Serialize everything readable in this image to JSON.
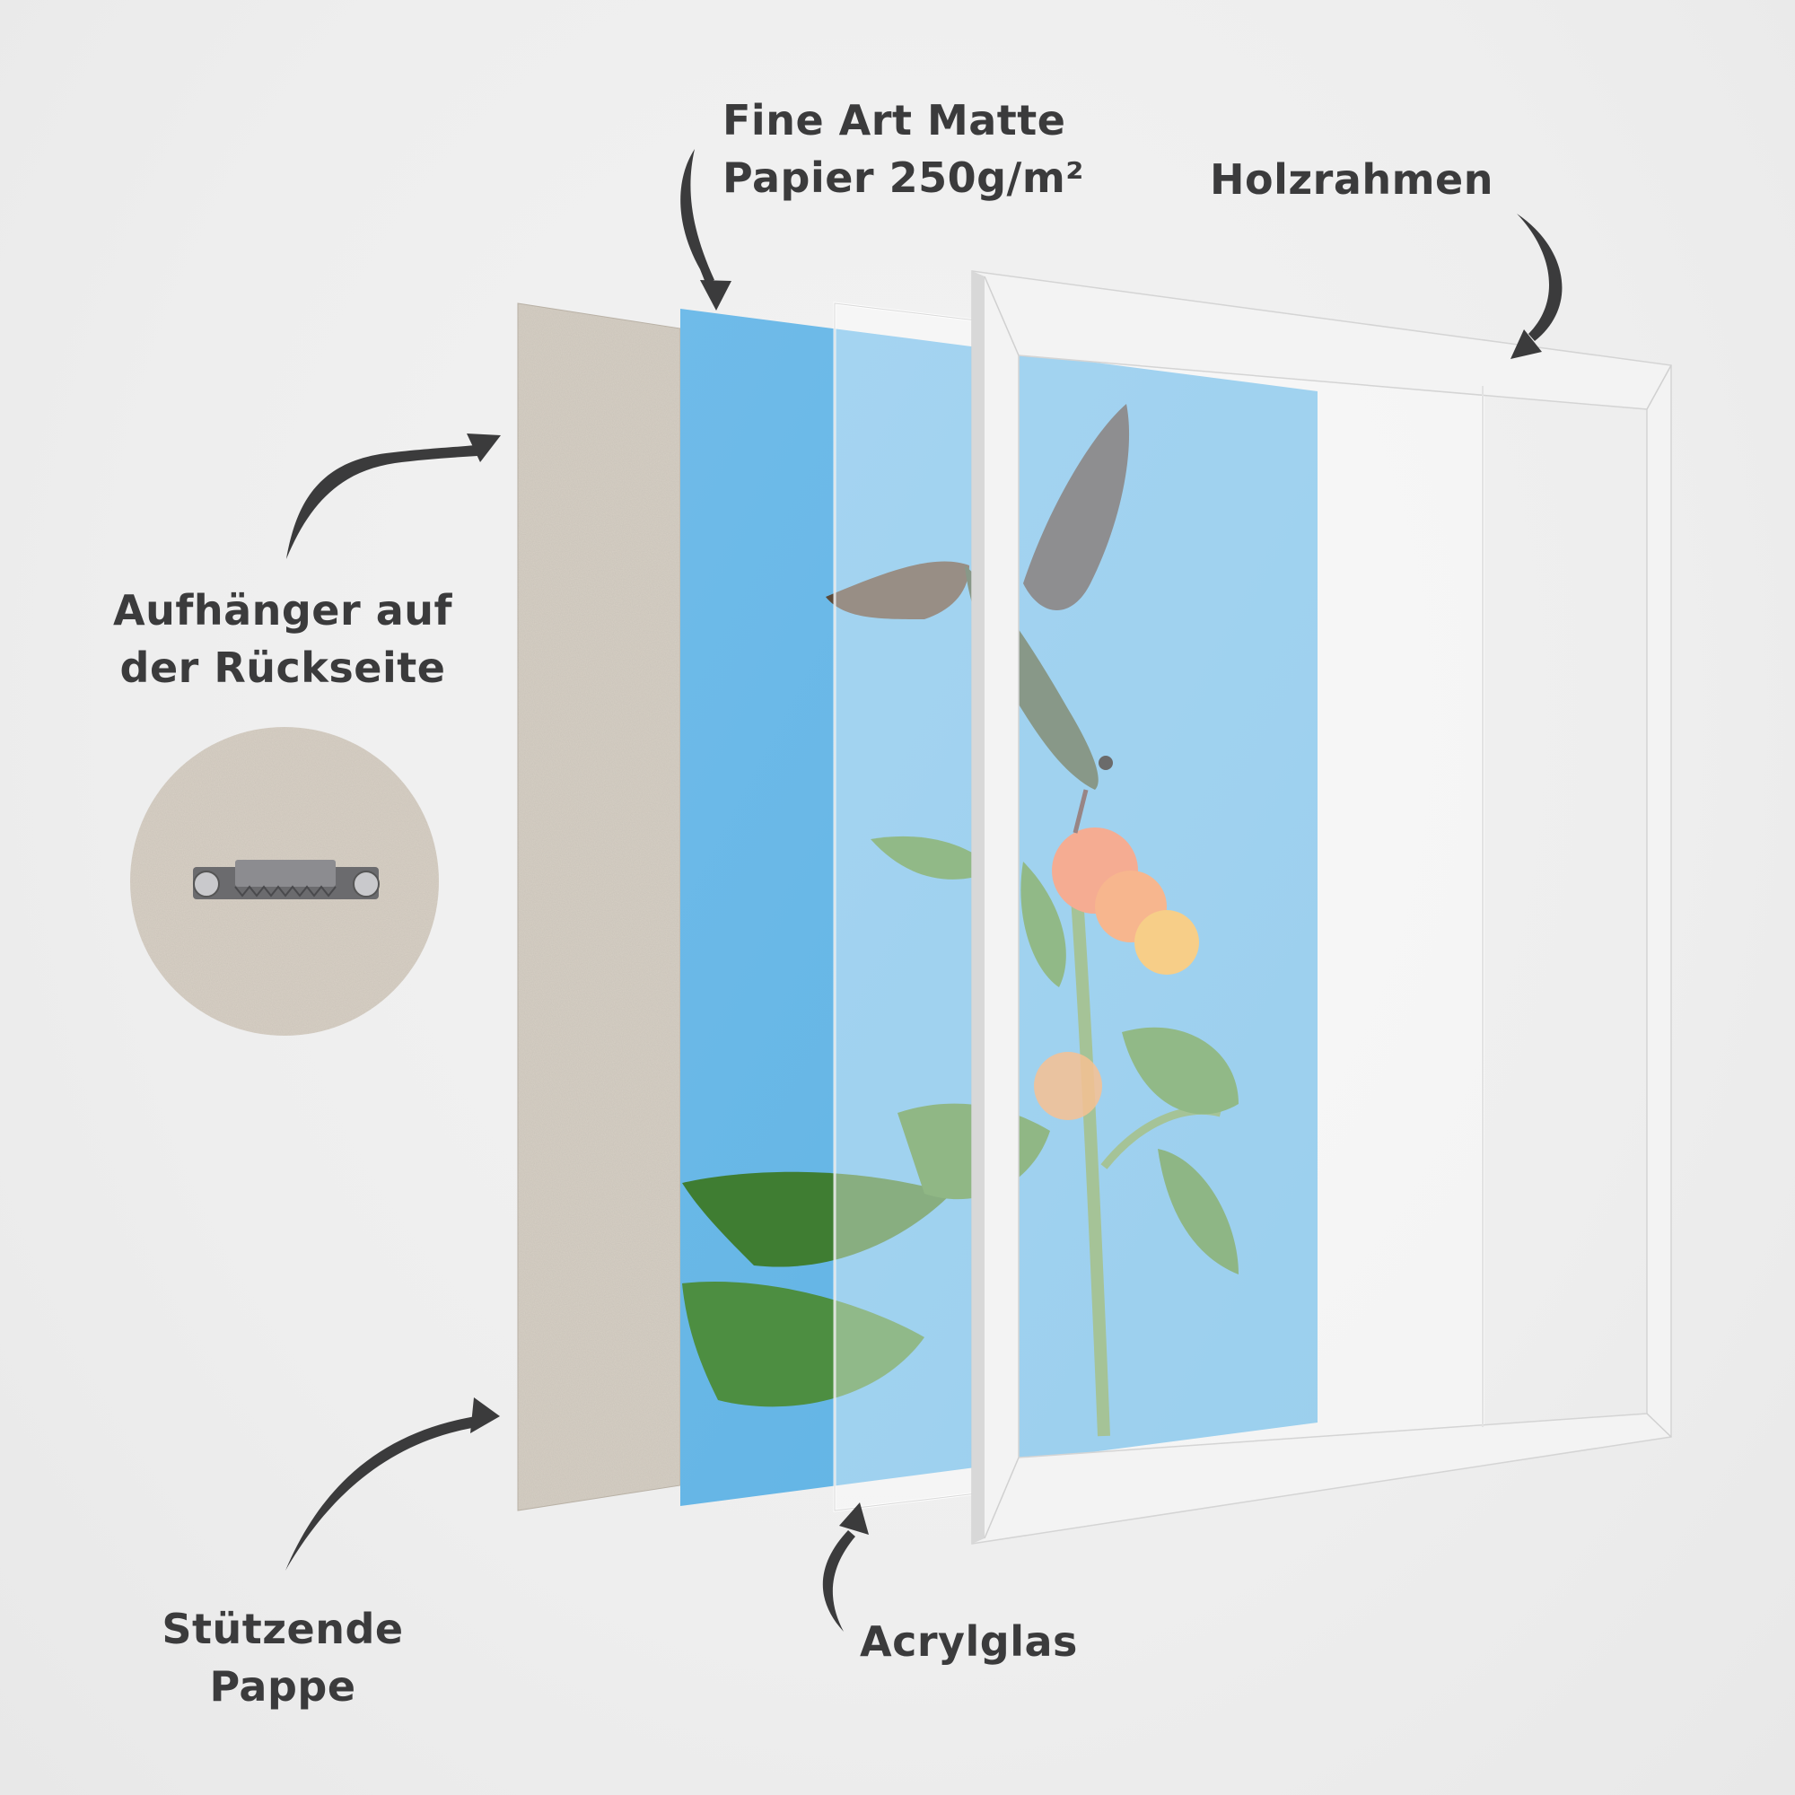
{
  "diagram": {
    "title": "Bilderrahmen Aufbau",
    "labels": {
      "paper_line1": "Fine Art Matte",
      "paper_line2": "Papier 250g/m²",
      "frame": "Holzrahmen",
      "hanger_line1": "Aufhänger auf",
      "hanger_line2": "der Rückseite",
      "backing_line1": "Stützende",
      "backing_line2": "Pappe",
      "acrylic": "Acrylglas"
    },
    "layers": [
      {
        "id": "backing-board",
        "name": "Stützende Pappe",
        "color": "#d6cfc4"
      },
      {
        "id": "art-print",
        "name": "Fine Art Matte Papier 250g/m²",
        "color": "#6db9e6"
      },
      {
        "id": "acrylic-glass",
        "name": "Acrylglas",
        "color": "#ffffff"
      },
      {
        "id": "wooden-frame",
        "name": "Holzrahmen",
        "color": "#f4f4f4"
      }
    ],
    "detail_inset": {
      "name": "Aufhänger auf der Rückseite",
      "shows": "sawtooth hanger"
    },
    "colors": {
      "background": "#eeeeee",
      "text": "#3b3b3c",
      "arrow": "#3b3b3c",
      "cardboard": "#d6cfc4",
      "sky": "#6db9e6",
      "leaf": "#3f7d32",
      "flower": "#ef7a4f"
    }
  }
}
